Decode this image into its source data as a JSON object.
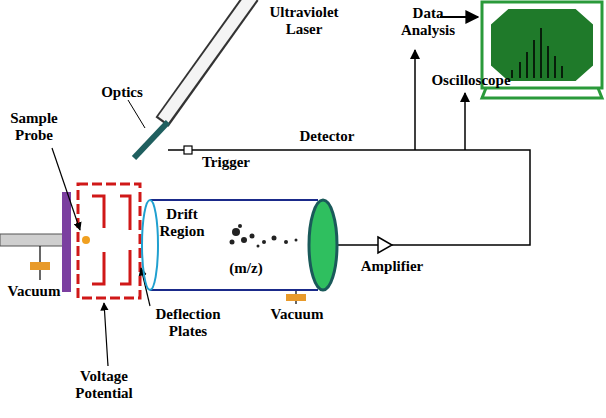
{
  "diagram": {
    "nodes": [
      {
        "text": [
          "Drift Region",
          "(m/z)"
        ]
      }
    ],
    "labels": [
      "Ultraviolet Laser",
      "Optics",
      "Trigger",
      "Data Analysis",
      "Oscilloscope",
      "Sample Probe",
      "Detector",
      "Vacuum",
      "Deflection Plates",
      "Vacuum",
      "Amplifier",
      "Voltage Potential"
    ]
  }
}
